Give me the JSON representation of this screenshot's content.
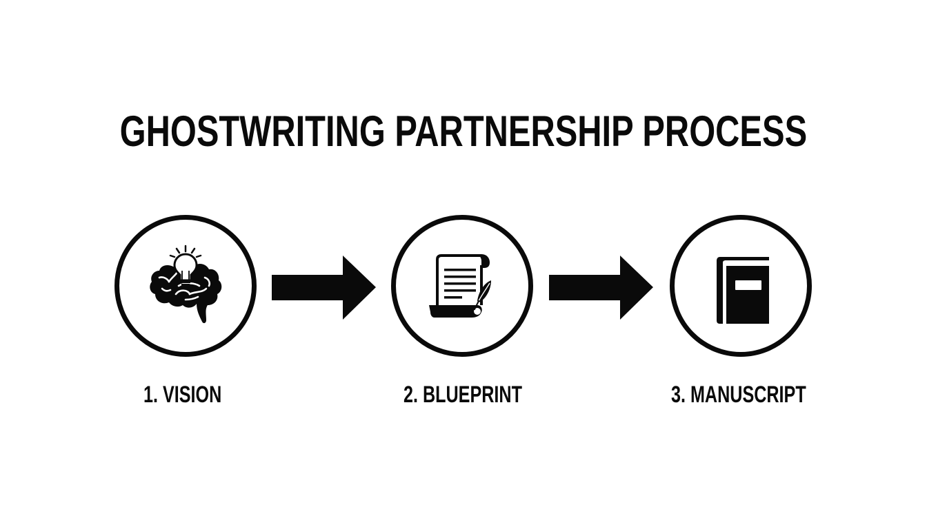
{
  "title": "GHOSTWRITING PARTNERSHIP PROCESS",
  "colors": {
    "background": "#ffffff",
    "foreground": "#0a0a0a"
  },
  "steps": [
    {
      "number": 1,
      "label": "1. VISION",
      "icon": "brain-lightbulb-icon"
    },
    {
      "number": 2,
      "label": "2. BLUEPRINT",
      "icon": "scroll-quill-icon"
    },
    {
      "number": 3,
      "label": "3. MANUSCRIPT",
      "icon": "book-icon"
    }
  ],
  "connectors": [
    {
      "from": 1,
      "to": 2,
      "icon": "arrow-right-icon"
    },
    {
      "from": 2,
      "to": 3,
      "icon": "arrow-right-icon"
    }
  ]
}
